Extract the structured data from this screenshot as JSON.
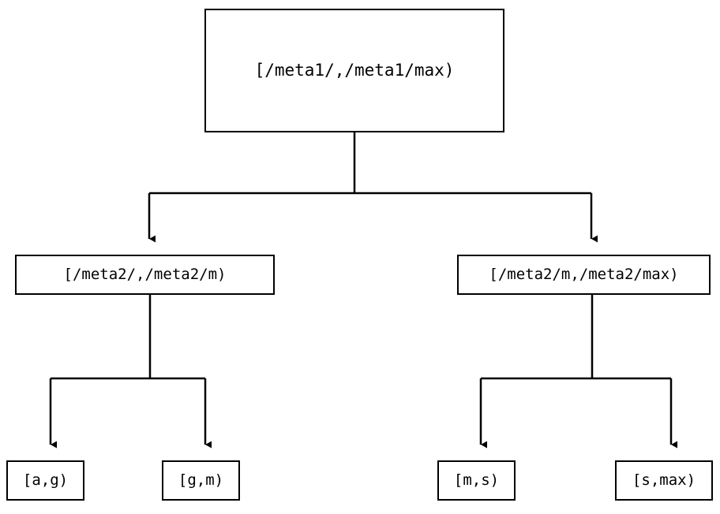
{
  "diagram": {
    "type": "tree",
    "title": "",
    "orientation": "top-down",
    "line_color": "#000000",
    "box_border_color": "#000000",
    "box_fill_color": "#ffffff",
    "background_color": "#ffffff",
    "arrowhead": "filled-triangle",
    "nodes": {
      "root": {
        "label": "[/meta1/,/meta1/max)"
      },
      "mid_left": {
        "label": "[/meta2/,/meta2/m)"
      },
      "mid_right": {
        "label": "[/meta2/m,/meta2/max)"
      },
      "leaf_ag": {
        "label": "[a,g)"
      },
      "leaf_gm": {
        "label": "[g,m)"
      },
      "leaf_ms": {
        "label": "[m,s)"
      },
      "leaf_smax": {
        "label": "[s,max)"
      }
    },
    "edges": [
      {
        "from": "root",
        "to": "mid_left"
      },
      {
        "from": "root",
        "to": "mid_right"
      },
      {
        "from": "mid_left",
        "to": "leaf_ag"
      },
      {
        "from": "mid_left",
        "to": "leaf_gm"
      },
      {
        "from": "mid_right",
        "to": "leaf_ms"
      },
      {
        "from": "mid_right",
        "to": "leaf_smax"
      }
    ]
  }
}
